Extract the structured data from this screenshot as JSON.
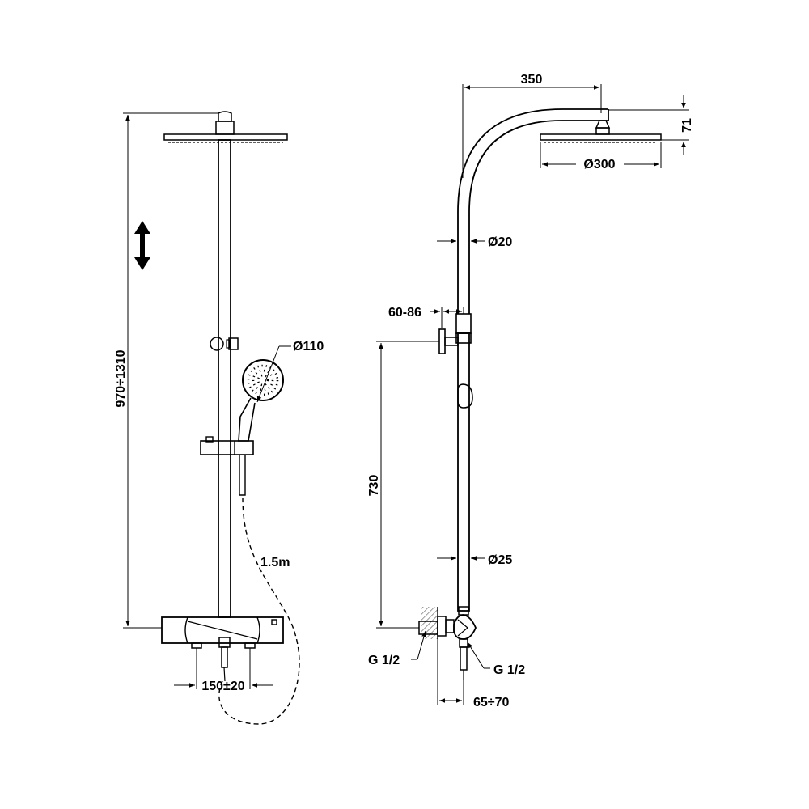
{
  "front_view": {
    "height_range": "970÷1310",
    "hand_shower_diameter": "Ø110",
    "hose_length": "1.5m",
    "inlet_spacing": "150±20"
  },
  "side_view": {
    "arm_reach": "350",
    "head_height": "71",
    "head_diameter": "Ø300",
    "upper_pipe_diameter": "Ø20",
    "bracket_adjust": "60-86",
    "bracket_height": "730",
    "lower_pipe_diameter": "Ø25",
    "wall_connection": "G 1/2",
    "outlet_connection": "G 1/2",
    "wall_offset": "65÷70"
  },
  "colors": {
    "line": "#000000",
    "hatch": "#555555"
  },
  "icons": [
    "adjust-height-arrow-icon"
  ]
}
